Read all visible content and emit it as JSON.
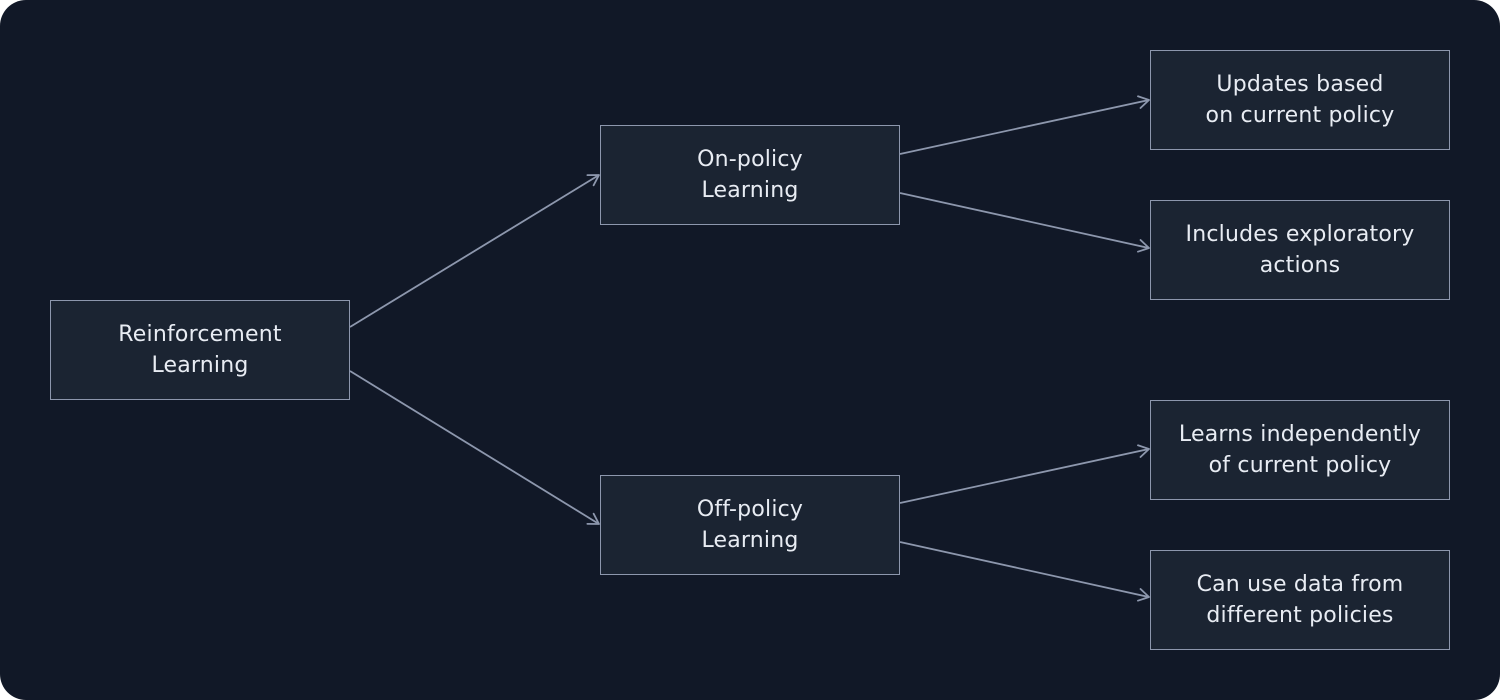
{
  "colors": {
    "background": "#111827",
    "node_fill": "#1b2432",
    "node_border": "#8d97ad",
    "edge": "#8d97ad",
    "text": "#e8ecf3"
  },
  "diagram": {
    "root": {
      "line1": "Reinforcement",
      "line2": "Learning"
    },
    "on_policy": {
      "line1": "On-policy",
      "line2": "Learning",
      "children": [
        {
          "line1": "Updates based",
          "line2": "on current policy"
        },
        {
          "line1": "Includes exploratory",
          "line2": "actions"
        }
      ]
    },
    "off_policy": {
      "line1": "Off-policy",
      "line2": "Learning",
      "children": [
        {
          "line1": "Learns independently",
          "line2": "of current policy"
        },
        {
          "line1": "Can use data from",
          "line2": "different policies"
        }
      ]
    }
  }
}
